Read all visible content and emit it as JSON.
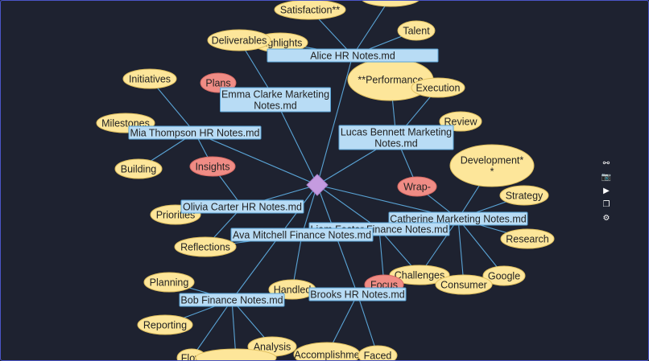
{
  "graph": {
    "center": {
      "id": "center"
    },
    "files": [
      {
        "id": "alice",
        "label": [
          "Alice HR Notes.md"
        ]
      },
      {
        "id": "emma",
        "label": [
          "Emma Clarke Marketing",
          "Notes.md"
        ]
      },
      {
        "id": "mia",
        "label": [
          "Mia Thompson HR Notes.md"
        ]
      },
      {
        "id": "lucas",
        "label": [
          "Lucas Bennett Marketing",
          "Notes.md"
        ]
      },
      {
        "id": "olivia",
        "label": [
          "Olivia Carter HR Notes.md"
        ]
      },
      {
        "id": "catherine",
        "label": [
          "Catherine Marketing Notes.md"
        ]
      },
      {
        "id": "liam",
        "label": [
          "Liam Foster Finance Notes.md"
        ]
      },
      {
        "id": "ava",
        "label": [
          "Ava Mitchell Finance Notes.md"
        ]
      },
      {
        "id": "brooks",
        "label": [
          "Brooks HR Notes.md"
        ]
      },
      {
        "id": "bob",
        "label": [
          "Bob Finance Notes.md"
        ]
      }
    ],
    "tags": [
      {
        "id": "satisfaction",
        "label": [
          "Satisfaction**"
        ]
      },
      {
        "id": "talent",
        "label": [
          "Talent"
        ]
      },
      {
        "id": "highlights",
        "label": [
          "Highlights"
        ]
      },
      {
        "id": "deliverables",
        "label": [
          "Deliverables"
        ]
      },
      {
        "id": "performance",
        "label": [
          "**Performance"
        ]
      },
      {
        "id": "execution",
        "label": [
          "Execution"
        ]
      },
      {
        "id": "initiatives",
        "label": [
          "Initiatives"
        ]
      },
      {
        "id": "milestones",
        "label": [
          "Milestones"
        ]
      },
      {
        "id": "review",
        "label": [
          "Review"
        ]
      },
      {
        "id": "development",
        "label": [
          "Development*",
          "*"
        ]
      },
      {
        "id": "building",
        "label": [
          "Building"
        ]
      },
      {
        "id": "strategy",
        "label": [
          "Strategy"
        ]
      },
      {
        "id": "priorities",
        "label": [
          "Priorities"
        ]
      },
      {
        "id": "research",
        "label": [
          "Research"
        ]
      },
      {
        "id": "reflections",
        "label": [
          "Reflections"
        ]
      },
      {
        "id": "challenges",
        "label": [
          "Challenges"
        ]
      },
      {
        "id": "google",
        "label": [
          "Google"
        ]
      },
      {
        "id": "consumer",
        "label": [
          "Consumer"
        ]
      },
      {
        "id": "planning",
        "label": [
          "Planning"
        ]
      },
      {
        "id": "handled",
        "label": [
          "Handled"
        ]
      },
      {
        "id": "reporting",
        "label": [
          "Reporting"
        ]
      },
      {
        "id": "analysis",
        "label": [
          "Analysis"
        ]
      },
      {
        "id": "accomplishments",
        "label": [
          "Accomplishme"
        ]
      },
      {
        "id": "faced",
        "label": [
          "Faced"
        ]
      },
      {
        "id": "flow",
        "label": [
          "Flow"
        ]
      },
      {
        "id": "tag-top",
        "label": [
          ""
        ]
      },
      {
        "id": "tag-bottom",
        "label": [
          ""
        ]
      }
    ],
    "highlights": [
      {
        "id": "plans",
        "label": [
          "Plans"
        ]
      },
      {
        "id": "insights",
        "label": [
          "Insights"
        ]
      },
      {
        "id": "wrap",
        "label": [
          "Wrap-"
        ]
      },
      {
        "id": "focus",
        "label": [
          "Focus"
        ]
      }
    ],
    "edges": [
      [
        "center",
        "alice"
      ],
      [
        "center",
        "emma"
      ],
      [
        "center",
        "mia"
      ],
      [
        "center",
        "lucas"
      ],
      [
        "center",
        "olivia"
      ],
      [
        "center",
        "catherine"
      ],
      [
        "center",
        "liam"
      ],
      [
        "center",
        "ava"
      ],
      [
        "center",
        "brooks"
      ],
      [
        "center",
        "bob"
      ],
      [
        "alice",
        "satisfaction"
      ],
      [
        "alice",
        "talent"
      ],
      [
        "alice",
        "highlights"
      ],
      [
        "alice",
        "tag-top"
      ],
      [
        "emma",
        "deliverables"
      ],
      [
        "emma",
        "plans"
      ],
      [
        "mia",
        "initiatives"
      ],
      [
        "mia",
        "milestones"
      ],
      [
        "mia",
        "building"
      ],
      [
        "mia",
        "insights"
      ],
      [
        "lucas",
        "performance"
      ],
      [
        "lucas",
        "execution"
      ],
      [
        "lucas",
        "review"
      ],
      [
        "lucas",
        "wrap"
      ],
      [
        "olivia",
        "priorities"
      ],
      [
        "olivia",
        "reflections"
      ],
      [
        "olivia",
        "insights"
      ],
      [
        "catherine",
        "development"
      ],
      [
        "catherine",
        "strategy"
      ],
      [
        "catherine",
        "research"
      ],
      [
        "catherine",
        "google"
      ],
      [
        "catherine",
        "consumer"
      ],
      [
        "catherine",
        "challenges"
      ],
      [
        "catherine",
        "wrap"
      ],
      [
        "liam",
        "focus"
      ],
      [
        "liam",
        "challenges"
      ],
      [
        "ava",
        "handled"
      ],
      [
        "ava",
        "reflections"
      ],
      [
        "brooks",
        "focus"
      ],
      [
        "brooks",
        "accomplishments"
      ],
      [
        "brooks",
        "faced"
      ],
      [
        "brooks",
        "handled"
      ],
      [
        "bob",
        "planning"
      ],
      [
        "bob",
        "reporting"
      ],
      [
        "bob",
        "analysis"
      ],
      [
        "bob",
        "flow"
      ],
      [
        "bob",
        "tag-bottom"
      ],
      [
        "bob",
        "handled"
      ]
    ]
  },
  "colors": {
    "background": "#1e2230",
    "edge": "#5aa4d6",
    "file_fill": "#b8dcf5",
    "file_stroke": "#5aa4d6",
    "tag_fill": "#fde69a",
    "tag_stroke": "#e0c060",
    "highlight_fill": "#f08c85",
    "highlight_stroke": "#d86b64",
    "center_fill": "#c59be0"
  },
  "toolbar": [
    {
      "name": "link-options-icon",
      "glyph": "⚯"
    },
    {
      "name": "camera-icon",
      "glyph": "📷"
    },
    {
      "name": "video-camera-icon",
      "glyph": "▶"
    },
    {
      "name": "windows-icon",
      "glyph": "❐"
    },
    {
      "name": "gear-icon",
      "glyph": "⚙"
    }
  ]
}
